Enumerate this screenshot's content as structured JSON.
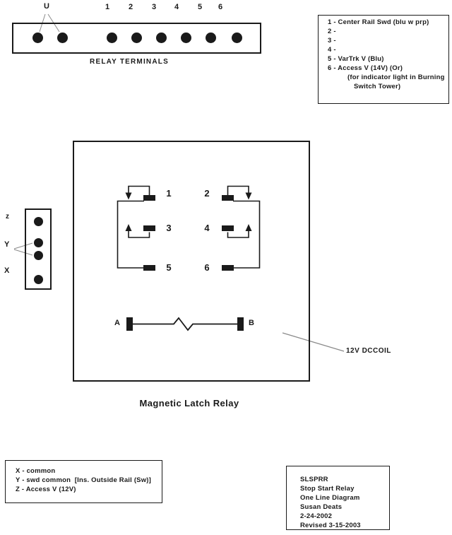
{
  "top": {
    "u_label": "U",
    "terminals": [
      "1",
      "2",
      "3",
      "4",
      "5",
      "6"
    ],
    "caption": "RELAY TERMINALS"
  },
  "wire_legend": {
    "lines": [
      "1 - Center Rail Swd (blu w prp)",
      "2 -",
      "3 -",
      "4 -",
      "5 - VarTrk V (Blu)",
      "6 - Access V (14V) (Or)",
      "(for indicator light in Burning",
      "Switch Tower)"
    ]
  },
  "side_connector": {
    "z_label": "z",
    "y_label": "Y",
    "x_label": "X"
  },
  "relay": {
    "pins": [
      "1",
      "2",
      "3",
      "4",
      "5",
      "6"
    ],
    "coil_a": "A",
    "coil_b": "B",
    "coil_note": "12V DCCOIL",
    "caption": "Magnetic Latch Relay"
  },
  "xyz_legend": {
    "lines": [
      "X - common",
      "Y - swd common  [Ins. Outside Rail (Sw)]",
      "Z - Access V (12V)"
    ]
  },
  "title_block": {
    "lines": [
      "SLSPRR",
      "Stop Start Relay",
      "One Line Diagram",
      "Susan Deats",
      "2-24-2002",
      "Revised 3-15-2003"
    ]
  },
  "colors": {
    "ink": "#1a1a1a",
    "pointer": "#8a8a8a",
    "paper": "#ffffff"
  }
}
